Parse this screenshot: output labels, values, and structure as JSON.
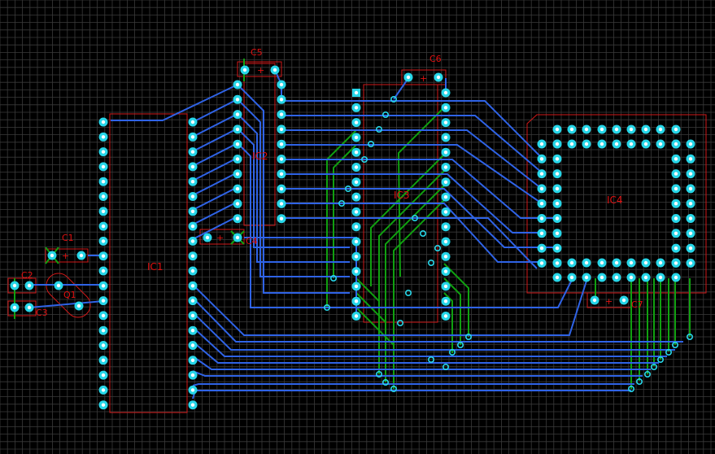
{
  "board": {
    "colors": {
      "background": "#000000",
      "grid": "#3a3a3a",
      "outline": "#d01818",
      "top_trace": "#2f63e6",
      "bottom_trace": "#10a010",
      "pad_ring": "#27d6e8",
      "pad_hole": "#ffffff"
    },
    "labels": {
      "ic1": "IC1",
      "ic2": "IC2",
      "ic3": "IC3",
      "ic4": "IC4",
      "c1": "C1",
      "c2": "C2",
      "c3": "C3",
      "c4": "C4",
      "c5": "C5",
      "c6": "C6",
      "c7": "C7",
      "q1": "Q1",
      "c1_plus": "+",
      "c4_plus": "+",
      "c5_plus": "+",
      "c6_plus": "+",
      "c7_plus": "+"
    }
  }
}
